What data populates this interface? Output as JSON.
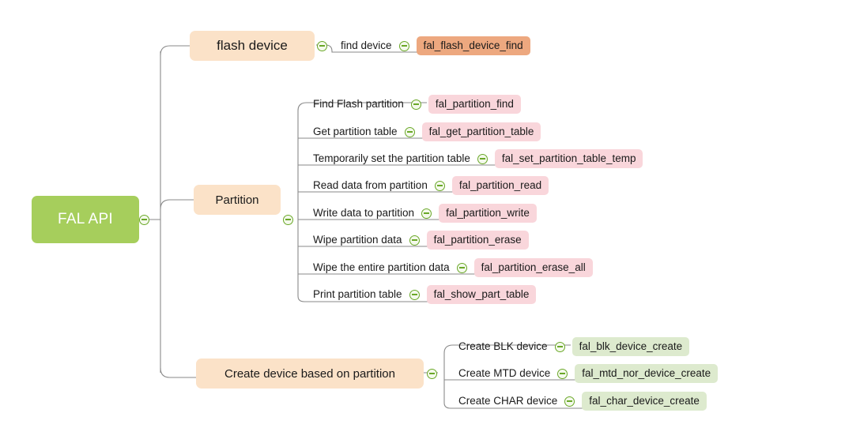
{
  "diagram": {
    "type": "mindmap",
    "title": "FAL API",
    "toggle_icon": "collapse-minus-icon",
    "colors": {
      "root_fill": "#a6ce5c",
      "root_text": "#ffffff",
      "branch_fill": "#fbe2c8",
      "pill_pink": "#f9d6db",
      "pill_green": "#ddeace",
      "pill_orange": "#eda87f",
      "connector": "#888888",
      "toggle_stroke": "#6aa828",
      "background": "#ffffff"
    }
  },
  "root": {
    "label": "FAL API"
  },
  "branches": [
    {
      "id": "flash-device",
      "label": "flash device",
      "leaves": [
        {
          "label": "find device",
          "api": "fal_flash_device_find",
          "pill": "orange"
        }
      ]
    },
    {
      "id": "partition",
      "label": "Partition",
      "leaves": [
        {
          "label": "Find Flash partition",
          "api": "fal_partition_find",
          "pill": "pink"
        },
        {
          "label": "Get partition table",
          "api": "fal_get_partition_table",
          "pill": "pink"
        },
        {
          "label": "Temporarily set the partition table",
          "api": "fal_set_partition_table_temp",
          "pill": "pink"
        },
        {
          "label": "Read data from partition",
          "api": "fal_partition_read",
          "pill": "pink"
        },
        {
          "label": "Write data to partition",
          "api": "fal_partition_write",
          "pill": "pink"
        },
        {
          "label": "Wipe partition data",
          "api": "fal_partition_erase",
          "pill": "pink"
        },
        {
          "label": "Wipe the entire partition data",
          "api": "fal_partition_erase_all",
          "pill": "pink"
        },
        {
          "label": "Print partition table",
          "api": "fal_show_part_table",
          "pill": "pink"
        }
      ]
    },
    {
      "id": "create-device",
      "label": "Create device based on partition",
      "leaves": [
        {
          "label": "Create BLK device",
          "api": "fal_blk_device_create",
          "pill": "green"
        },
        {
          "label": "Create MTD device",
          "api": "fal_mtd_nor_device_create",
          "pill": "green"
        },
        {
          "label": "Create CHAR device",
          "api": "fal_char_device_create",
          "pill": "green"
        }
      ]
    }
  ]
}
